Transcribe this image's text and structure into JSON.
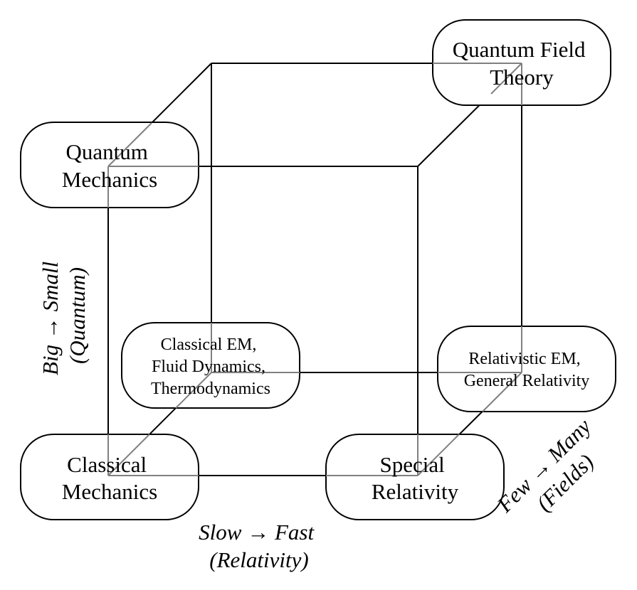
{
  "nodes": {
    "qft": [
      "Quantum Field",
      "Theory"
    ],
    "qm": [
      "Quantum",
      "Mechanics"
    ],
    "cem": [
      "Classical EM,",
      "Fluid Dynamics,",
      "Thermodynamics"
    ],
    "rem": [
      "Relativistic EM,",
      "General Relativity"
    ],
    "cm": [
      "Classical",
      "Mechanics"
    ],
    "sr": [
      "Special",
      "Relativity"
    ]
  },
  "axes": {
    "x": [
      "Slow → Fast",
      "(Relativity)"
    ],
    "y": [
      "Big → Small",
      "(Quantum)"
    ],
    "z": [
      "Few → Many",
      "(Fields)"
    ]
  },
  "colors": {
    "front_edge": "#000000",
    "hidden_edge": "#808080",
    "node_fill": "#ffffff"
  }
}
